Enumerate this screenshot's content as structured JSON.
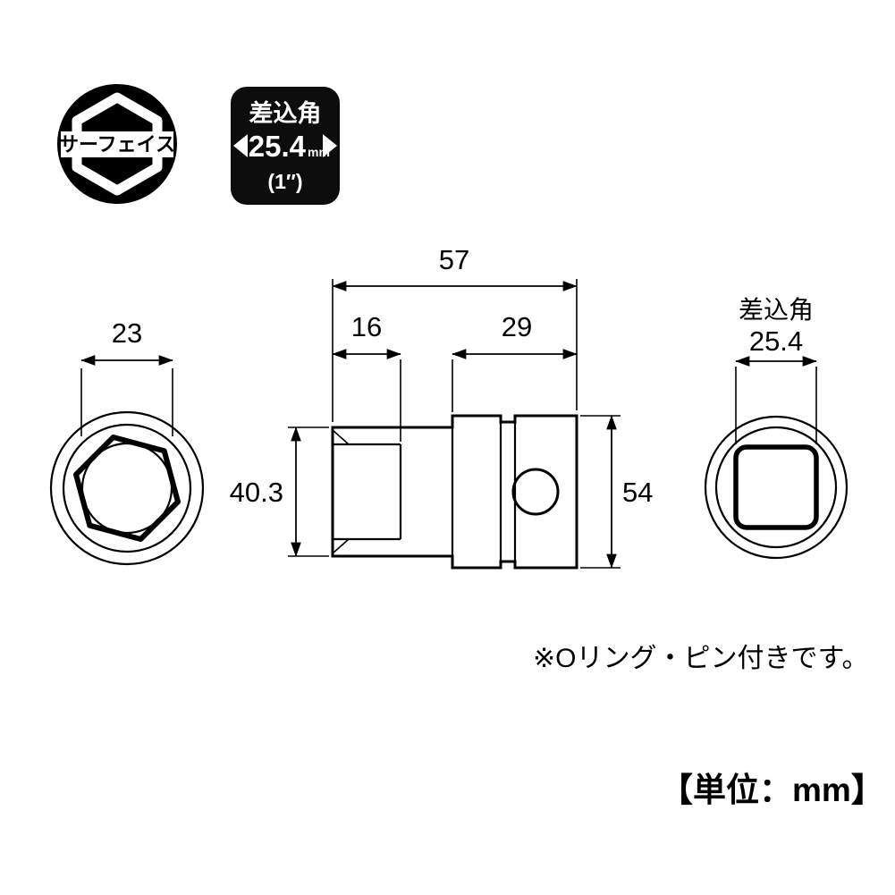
{
  "logo": {
    "label": "サーフェイス"
  },
  "badge": {
    "title": "差込角",
    "value": "25.4",
    "unit": "mm",
    "inch": "(1″)"
  },
  "front_view": {
    "dim_width": "23"
  },
  "side_view": {
    "dim_total": "57",
    "dim_head_depth": "16",
    "dim_drive_length": "29",
    "dim_head_height": "40.3",
    "dim_body_height": "54"
  },
  "rear_view": {
    "label": "差込角",
    "dim": "25.4"
  },
  "note": "※Oリング・ピン付きです。",
  "unit_label": "【単位：mm】",
  "colors": {
    "ink": "#000000",
    "badge_bg": "#0d0d0d"
  }
}
